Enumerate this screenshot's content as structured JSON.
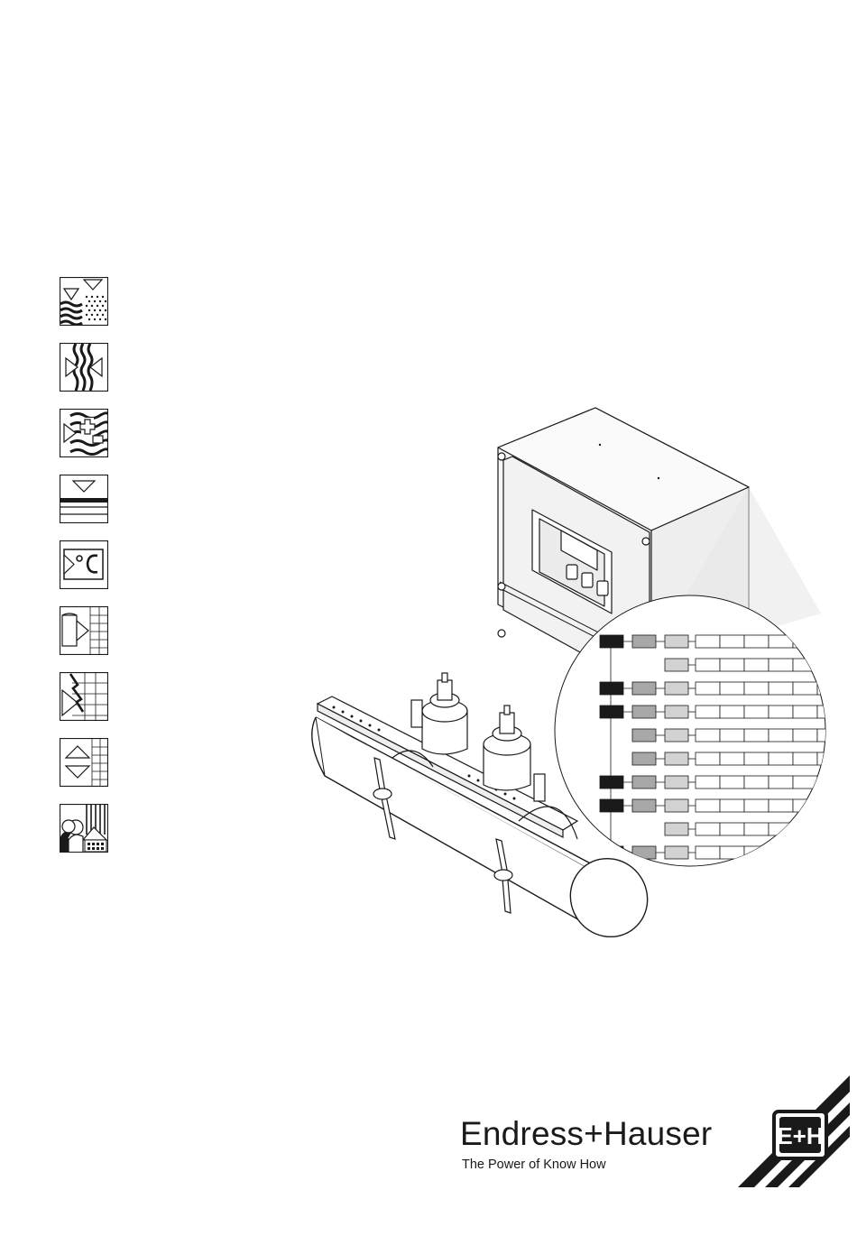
{
  "brand": {
    "name": "Endress+Hauser",
    "tagline": "The Power of Know How"
  },
  "logo": {
    "letters": "E+H"
  },
  "category_icons": [
    "level-limit-icon",
    "flow-icon",
    "analysis-icon",
    "pressure-icon",
    "temperature-icon",
    "recording-icon",
    "system-components-icon",
    "registration-icon",
    "services-icon"
  ],
  "illustration": {
    "subject": "clamp-on-ultrasonic-flowmeter-with-transmitter",
    "callout": "function-matrix-detail"
  },
  "colors": {
    "ink": "#1a1a1a",
    "housing": "#f4f4f4",
    "matrix_dark": "#1a1a1a",
    "matrix_mid": "#a8a8a8",
    "matrix_light": "#d2d2d2",
    "callout_bg": "#ececec"
  }
}
